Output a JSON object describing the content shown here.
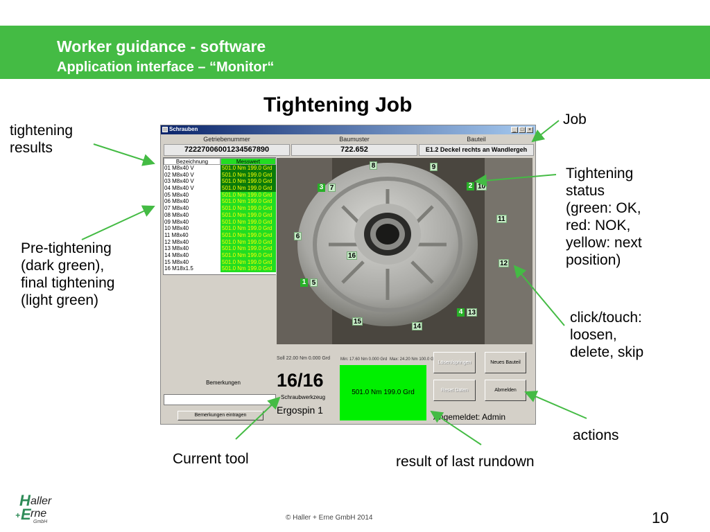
{
  "header": {
    "title": "Worker guidance - software",
    "subtitle": "Application interface – “Monitor“"
  },
  "slide_title": "Tightening Job",
  "annotations": {
    "tightening_results": "tightening\nresults",
    "pre_final": "Pre-tightening\n(dark green),\nfinal tightening\n(light green)",
    "job": "Job",
    "status": "Tightening\nstatus\n(green: OK,\nred: NOK,\nyellow: next\nposition)",
    "click": "click/touch:\nloosen,\ndelete, skip",
    "actions": "actions",
    "current_tool": "Current tool",
    "last_rundown": "result of last rundown"
  },
  "app": {
    "window_title": "Schrauben",
    "win_buttons": [
      "_",
      "□",
      "×"
    ],
    "headers": [
      {
        "label": "Getriebenummer",
        "value": "72227006001234567890"
      },
      {
        "label": "Baumuster",
        "value": "722.652"
      },
      {
        "label": "Bauteil",
        "value": "E1.2 Deckel rechts an Wandlergeh"
      }
    ],
    "results_header": [
      "Bezeichnung",
      "Messwert"
    ],
    "results": [
      {
        "name": "01 M8x40 V",
        "value": "501.0 Nm  199.0 Grd"
      },
      {
        "name": "02 M8x40 V",
        "value": "501.0 Nm  199.0 Grd"
      },
      {
        "name": "03 M8x40 V",
        "value": "501.0 Nm  199.0 Grd"
      },
      {
        "name": "04 M8x40 V",
        "value": "501.0 Nm  199.0 Grd"
      },
      {
        "name": "05 M8x40",
        "value": "501.0 Nm  199.0 Grd"
      },
      {
        "name": "06 M8x40",
        "value": "501.0 Nm  199.0 Grd"
      },
      {
        "name": "07 M8x40",
        "value": "501.0 Nm  199.0 Grd"
      },
      {
        "name": "08 M8x40",
        "value": "501.0 Nm  199.0 Grd"
      },
      {
        "name": "09 M8x40",
        "value": "501.0 Nm  199.0 Grd"
      },
      {
        "name": "10 M8x40",
        "value": "501.0 Nm  199.0 Grd"
      },
      {
        "name": "11 M8x40",
        "value": "501.0 Nm  199.0 Grd"
      },
      {
        "name": "12 M8x40",
        "value": "501.0 Nm  199.0 Grd"
      },
      {
        "name": "13 M8x40",
        "value": "501.0 Nm  199.0 Grd"
      },
      {
        "name": "14 M8x40",
        "value": "501.0 Nm  199.0 Grd"
      },
      {
        "name": "15 M8x40",
        "value": "501.0 Nm  199.0 Grd"
      },
      {
        "name": "16 M18x1.5",
        "value": "501.0 Nm  199.0 Grd"
      }
    ],
    "markers": [
      "8",
      "9",
      "3",
      "7",
      "2",
      "10",
      "11",
      "6",
      "16",
      "12",
      "1",
      "5",
      "4",
      "13",
      "15",
      "14"
    ],
    "soll": "Soll  22.00 Nm  0.000 Grd",
    "min": "Min:  17.60 Nm  0.000 Grd",
    "max": "Max:  24.20 Nm  100.0 Grd",
    "remarks_label": "Bemerkungen",
    "remarks_button": "Bemerkungen eintragen",
    "counter": "16/16",
    "tool_label": "Schraubwerkzeug",
    "tool_name": "Ergospin 1",
    "result": "501.0 Nm  199.0 Grd",
    "buttons": {
      "loosen": "Lösen/springen",
      "new_part": "Neues Bauteil",
      "reset": "Reset Daten",
      "logout": "Abmelden"
    },
    "logged_in": "Angemeldet: Admin"
  },
  "footer": {
    "copyright": "© Haller + Erne GmbH 2014",
    "page": "10"
  },
  "colors": {
    "banner": "#44bb44",
    "arrow": "#44bb44",
    "pre_tightening": "#0a7a0a",
    "final_tightening": "#22dd22",
    "result_box": "#00f000"
  }
}
